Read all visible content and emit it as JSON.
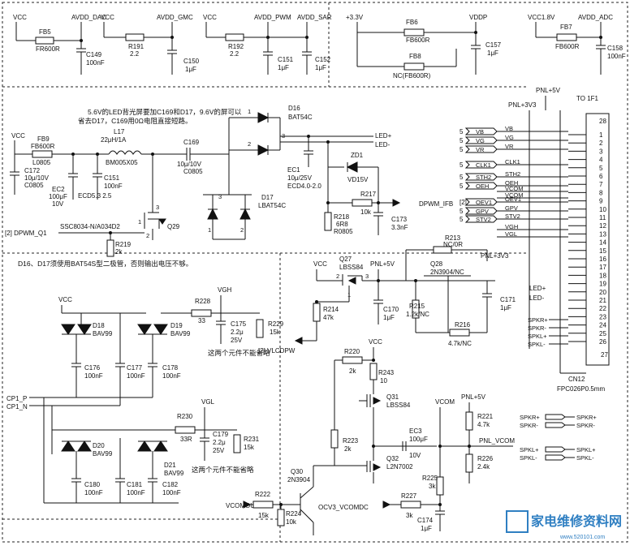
{
  "notes": {
    "note1_line1": "5.6V的LED背光屏要加C169和D17，9.6V的屏可以",
    "note1_line2": "省去D17，C169用0Ω电阻直接短路。",
    "note2": "D16、D17须使用BAT54S型二极管，否则输出电压不够。",
    "keep1": "这两个元件不能省略",
    "keep2": "这两个元件不能省略"
  },
  "power_row": {
    "vcc1": "VCC",
    "fb5": "FB5",
    "fb5_val": "FR600R",
    "avdd_dac": "AVDD_DAC",
    "c149": "C149",
    "c149_val": "100nF",
    "vcc2": "VCC",
    "avdd_gmc": "AVDD_GMC",
    "r191": "R191",
    "r191_val": "2.2",
    "c150": "C150",
    "c150_val": "1μF",
    "vcc3": "VCC",
    "avdd_pwm": "AVDD_PWM",
    "avdd_sar": "AVDD_SAR",
    "r192": "R192",
    "r192_val": "2.2",
    "c151": "C151",
    "c151_val": "1μF",
    "c152": "C152",
    "c152_val": "1μF",
    "v33": "+3.3V",
    "fb6": "FB6",
    "fb6_val": "FB600R",
    "vddp": "VDDP",
    "fb8": "FB8",
    "fb8_val": "NC(FB600R)",
    "c157": "C157",
    "c157_val": "1μF",
    "vcc18": "VCC1.8V",
    "fb7": "FB7",
    "fb7_val": "FB600R",
    "avdd_adc": "AVDD_ADC",
    "c158": "C158",
    "c158_val": "100nF"
  },
  "led_section": {
    "vcc": "VCC",
    "fb9": "FB9",
    "fb9_val": "FB600R",
    "fb9_pkg": "L0805",
    "l17": "L17",
    "l17_val": "22μH/1A",
    "l17_pkg": "BM005X05",
    "c169": "C169",
    "c169_val": "10μ/10V",
    "c169_pkg": "C0805",
    "c172": "C172",
    "c172_val": "10μ/10V",
    "c172_pkg": "C0805",
    "ec2": "EC2",
    "ec2_val": "100μF",
    "ec2_v": "10V",
    "c151": "C151",
    "c151_val": "100nF",
    "ecd": "ECD5.3 2.5",
    "d16": "D16",
    "d16_val": "BAT54C",
    "d17": "D17",
    "d17_val": "LBAT54C",
    "ec1": "EC1",
    "ec1_val": "10μ/25V",
    "ec1_pkg": "ECD4.0-2.0",
    "led_p": "LED+",
    "led_m": "LED-",
    "zd1": "ZD1",
    "zd1_val": "VD15V",
    "r217": "R217",
    "r217_val": "10k",
    "dpwm_ifb": "DPWM_IFB",
    "r218": "R218",
    "r218_val": "6R8",
    "r218_pkg": "R0805",
    "c173": "C173",
    "c173_val": "3.3nF",
    "q29": "Q29",
    "q29_val": "SSC8034-N/A034D2",
    "dpwm_q1": "[2] DPWM_Q1",
    "r219": "R219",
    "r219_val": "2k",
    "n1": "1",
    "n2": "2",
    "n3": "3",
    "n4": "1",
    "n5": "2",
    "n6": "1",
    "n7": "2"
  },
  "vlcd_section": {
    "q27": "Q27",
    "q27_val": "LBSS84",
    "pnl5v": "PNL+5V",
    "q28": "Q28",
    "q28_val": "2N3904/NC",
    "r213": "R213",
    "r213_val": "NC/0R",
    "pnl33": "PNL+3V3",
    "r214": "R214",
    "r214_val": "47k",
    "c170": "C170",
    "c170_val": "1μF",
    "r215": "R215",
    "r215_val": "1.2k/NC",
    "r216": "R216",
    "r216_val": "4.7k/NC",
    "c171": "C171",
    "c171_val": "1μF",
    "vlcdpw": "[2] VLCDPW",
    "vcc": "VCC",
    "p1": "1",
    "p2": "2",
    "p3": "3"
  },
  "charge_pump": {
    "vcc": "VCC",
    "vgh": "VGH",
    "vgl": "VGL",
    "d18": "D18",
    "d18_val": "BAV99",
    "d19": "D19",
    "d19_val": "BAV99",
    "d20": "D20",
    "d20_val": "BAV99",
    "d21": "D21",
    "d21_val": "BAV99",
    "r228": "R228",
    "r228_val": "33",
    "c175": "C175",
    "c175_val": "2.2μ",
    "c175_v": "25V",
    "r229": "R229",
    "r229_val": "15k",
    "c176": "C176",
    "c176_val": "100nF",
    "c177": "C177",
    "c177_val": "100nF",
    "c178": "C178",
    "c178_val": "100nF",
    "r230": "R230",
    "r230_val": "33R",
    "c179": "C179",
    "c179_val": "2.2μ",
    "c179_v": "25V",
    "r231": "R231",
    "r231_val": "15k",
    "c180": "C180",
    "c180_val": "100nF",
    "c181": "C181",
    "c181_val": "100nF",
    "c182": "C182",
    "c182_val": "100nF",
    "cp1p": "CP1_P",
    "cp1n": "CP1_N"
  },
  "vcom_section": {
    "vcc": "VCC",
    "r220": "R220",
    "r220_val": "2k",
    "r243": "R243",
    "r243_val": "10",
    "q31": "Q31",
    "q31_val": "LBSS84",
    "r223": "R223",
    "r223_val": "2k",
    "ec3": "EC3",
    "ec3_val": "100μF",
    "ec3_v": "10V",
    "vcom": "VCOM",
    "q32": "Q32",
    "q32_val": "L2N7002",
    "q30": "Q30",
    "q30_val": "2N3904",
    "r222": "R222",
    "r222_val": "15k",
    "vcomout": "VCOMOUT",
    "r224": "R224",
    "r224_val": "10k",
    "pnl5v": "PNL+5V",
    "r221": "R221",
    "r221_val": "4.7k",
    "pnl_vcom": "PNL_VCOM",
    "r225": "R225",
    "r225_val": "3k",
    "r226": "R226",
    "r226_val": "2.4k",
    "r227": "R227",
    "r227_val": "3k",
    "c174": "C174",
    "c174_val": "1μF",
    "ocv3": "OCV3_VCOMDC"
  },
  "connector": {
    "pnl5v": "PNL+5V",
    "pnl33": "PNL+3V3",
    "to1": "TO 1F1",
    "name": "CN12",
    "part": "FPC026P0.5mm",
    "pin_top": "28",
    "pin_bottom": "27",
    "pins": [
      "1",
      "2",
      "3",
      "4",
      "5",
      "6",
      "7",
      "8",
      "9",
      "10",
      "11",
      "12",
      "13",
      "14",
      "15",
      "16",
      "17",
      "18",
      "19",
      "20",
      "21",
      "22",
      "23",
      "24",
      "25",
      "26"
    ],
    "signals": [
      {
        "sheet": "5",
        "port": "VB",
        "net": "VB"
      },
      {
        "sheet": "5",
        "port": "VG",
        "net": "VG"
      },
      {
        "sheet": "5",
        "port": "VR",
        "net": "VR"
      },
      {
        "sheet": "5",
        "port": "CLK1",
        "net": "CLK1"
      },
      {
        "sheet": "5",
        "port": "STH2",
        "net": "STH2"
      },
      {
        "sheet": "5",
        "port": "OEH",
        "net": "OEH"
      },
      {
        "sheet": "",
        "port": "",
        "net": "VCOM"
      },
      {
        "sheet": "",
        "port": "",
        "net": "VCOM"
      },
      {
        "sheet": "[2]",
        "port": "OEV1",
        "net": "OEV1"
      },
      {
        "sheet": "5",
        "port": "GPV",
        "net": "GPV"
      },
      {
        "sheet": "5",
        "port": "STV2",
        "net": "STV2"
      },
      {
        "sheet": "",
        "port": "",
        "net": "VGH"
      },
      {
        "sheet": "",
        "port": "",
        "net": "VGL"
      }
    ],
    "led_p": "LED+",
    "led_m": "LED-",
    "spk": [
      "SPKR+",
      "SPKR-",
      "SPKL+",
      "SPKL-"
    ],
    "dpwm_ifb": "DPWM_IFB"
  },
  "speaker_ports": [
    {
      "left": "SPKR+",
      "right": "SPKR+"
    },
    {
      "left": "SPKR-",
      "right": "SPKR-"
    },
    {
      "left": "SPKL+",
      "right": "SPKL+"
    },
    {
      "left": "SPKL-",
      "right": "SPKL-"
    }
  ],
  "watermark": {
    "cn": "家电维修资料网",
    "url": "www.520101.com"
  }
}
